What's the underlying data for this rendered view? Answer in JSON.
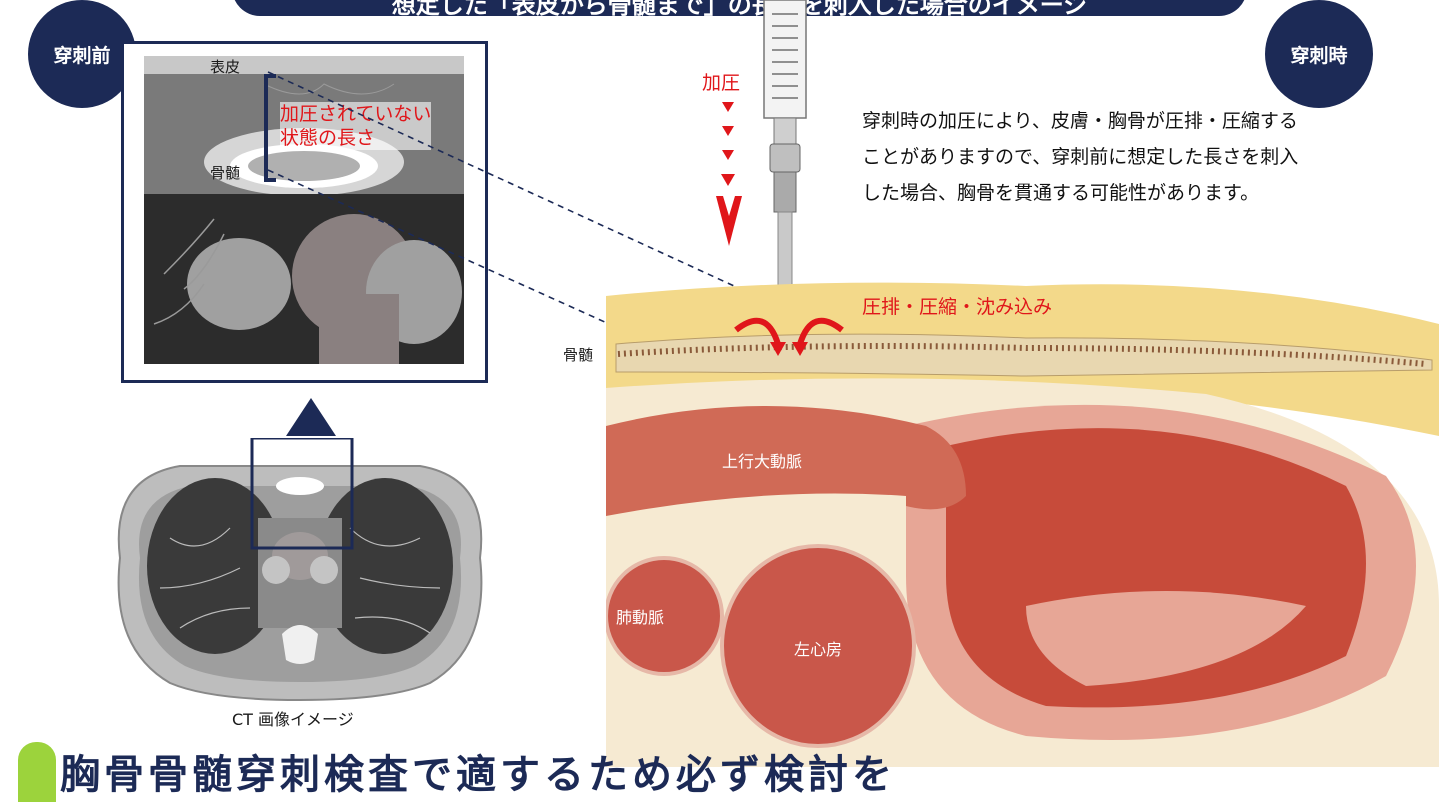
{
  "banner": {
    "text": "想定した「表皮から骨髄まで」の長さを刺入した場合のイメージ"
  },
  "badges": {
    "before": "穿刺前",
    "during": "穿刺時"
  },
  "ct_zoom": {
    "skin_label": "表皮",
    "marrow_label": "骨髄",
    "note_line1": "加圧されていない",
    "note_line2": "状態の長さ"
  },
  "ct_full": {
    "caption": "CT 画像イメージ"
  },
  "syringe": {
    "pressure_label": "加圧"
  },
  "description": {
    "line1": "穿刺時の加圧により、皮膚・胸骨が圧排・圧縮する",
    "line2": "ことがありますので、穿刺前に想定した長さを刺入",
    "line3": "した場合、胸骨を貫通する可能性があります。"
  },
  "anatomy": {
    "compression_label": "圧排・圧縮・沈み込み",
    "marrow_label": "骨髄",
    "aorta_label": "上行大動脈",
    "pulmonary_label": "肺動脈",
    "atrium_label": "左心房"
  },
  "footer": {
    "heading": "胸骨骨髄穿刺検査で適するため必ず検討を"
  },
  "colors": {
    "navy": "#1c2a56",
    "red": "#e0161a",
    "green": "#9cd33c"
  }
}
